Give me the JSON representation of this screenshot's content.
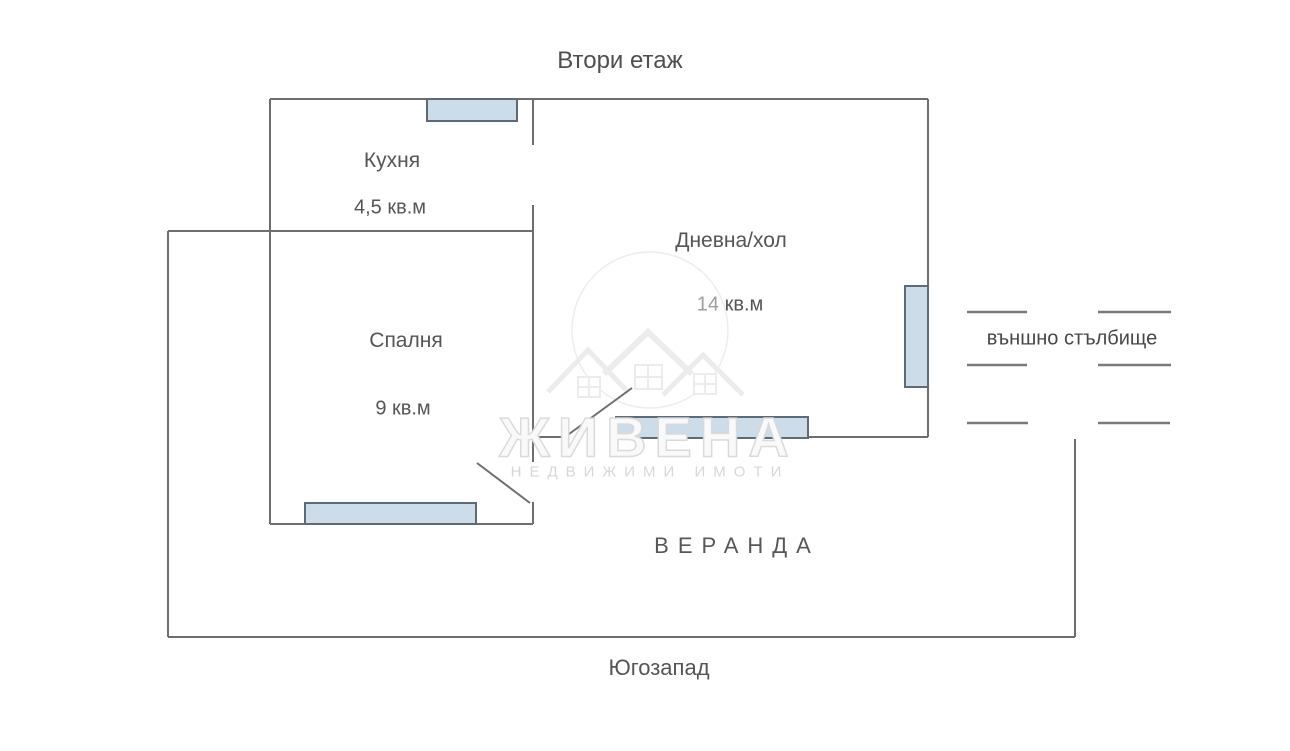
{
  "title": "Втори етаж",
  "orientation_label": "Югозапад",
  "colors": {
    "wall": "#6e6e6e",
    "window_fill": "#ccdce8",
    "window_border": "#5c6b76",
    "label_text": "#555555",
    "stair": "#7a7a7a",
    "area_number_muted": "#9e9e9e"
  },
  "rooms": [
    {
      "name": "Кухня",
      "area": "4,5 кв.м"
    },
    {
      "name": "Спалня",
      "area": "9 кв.м"
    },
    {
      "name": "Дневна/хол",
      "area_number": "14",
      "area_unit": "кв.м"
    }
  ],
  "outdoor": {
    "staircase_label": "външно стълбище",
    "veranda_label": "ВЕРАНДА"
  },
  "watermark": {
    "brand": "ЖИВЕНА",
    "tagline": "НЕДВИЖИМИ ИМОТИ"
  }
}
